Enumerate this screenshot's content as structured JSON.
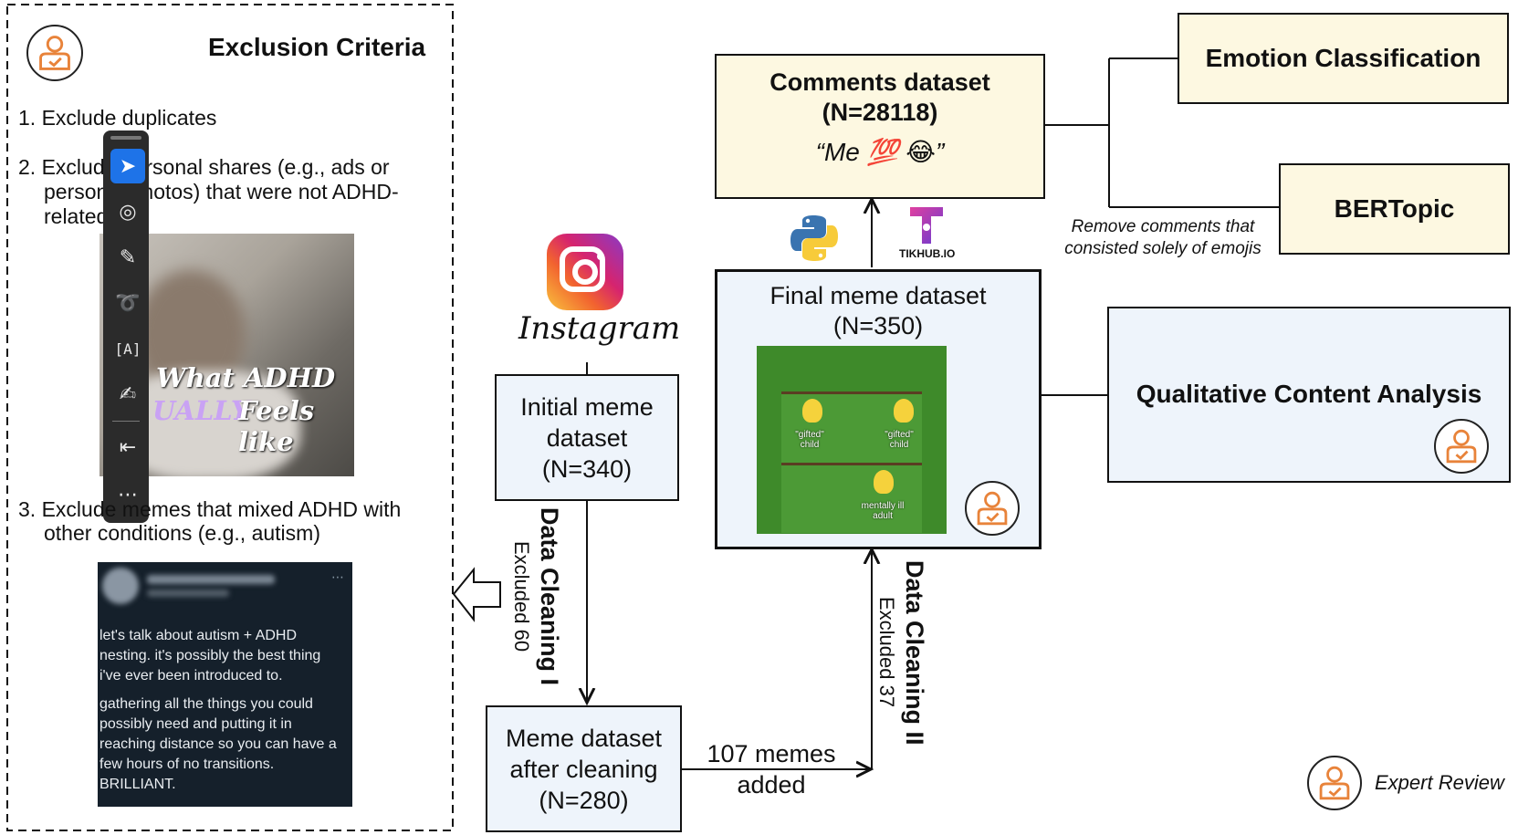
{
  "exclusion": {
    "title": "Exclusion Criteria",
    "item1": "1. Exclude duplicates",
    "item2_line1": "2. Exclude personal shares (e.g., ads or",
    "item2_line2": "personal photos) that were not ADHD-",
    "item2_line3": "related",
    "item3_line1": "3. Exclude memes that mixed ADHD with",
    "item3_line2": "other conditions (e.g., autism)"
  },
  "meme_example": {
    "line1": "What ADHD",
    "line2_a": "UALLY",
    "line2_b": "Feels like"
  },
  "tweet": {
    "lines": [
      "let's talk about autism + ADHD",
      "nesting. it's possibly the best thing",
      "i've ever been introduced to.",
      "gathering all the things you could",
      "possibly need and putting it in",
      "reaching distance so you can have a",
      "few hours of no transitions.",
      "BRILLIANT."
    ]
  },
  "instagram": {
    "wordmark": "Instagram"
  },
  "initial_dataset": {
    "line1": "Initial meme",
    "line2": "dataset",
    "line3": "(N=340)"
  },
  "cleaning1": {
    "title": "Data Cleaning I",
    "sub": "Excluded 60"
  },
  "cleaned_dataset": {
    "line1": "Meme dataset",
    "line2": "after cleaning",
    "line3": "(N=280)"
  },
  "added": {
    "line1": "107 memes",
    "line2": "added"
  },
  "cleaning2": {
    "title": "Data Cleaning II",
    "sub": "Excluded 37"
  },
  "final_dataset": {
    "line1": "Final meme dataset",
    "line2": "(N=350)",
    "meme_labels": [
      "\"gifted\" child",
      "\"gifted\" child",
      "mentally ill adult"
    ]
  },
  "comments_dataset": {
    "line1": "Comments dataset",
    "line2": "(N=28118)",
    "quote": "“Me 💯 😂”"
  },
  "tikhub": {
    "label": "TIKHUB.IO"
  },
  "emotion": {
    "label": "Emotion Classification"
  },
  "bertopic": {
    "label": "BERTopic"
  },
  "remove_note": {
    "line1": "Remove comments that",
    "line2": "consisted solely of emojis"
  },
  "qca": {
    "label": "Qualitative Content Analysis"
  },
  "legend": {
    "label": "Expert Review"
  },
  "colors": {
    "accent": "#e8833a",
    "cream": "#fdf8e1",
    "light_blue": "#eef4fb",
    "toolbar": "#2b2b2b",
    "toolbar_active": "#1e73e8"
  }
}
